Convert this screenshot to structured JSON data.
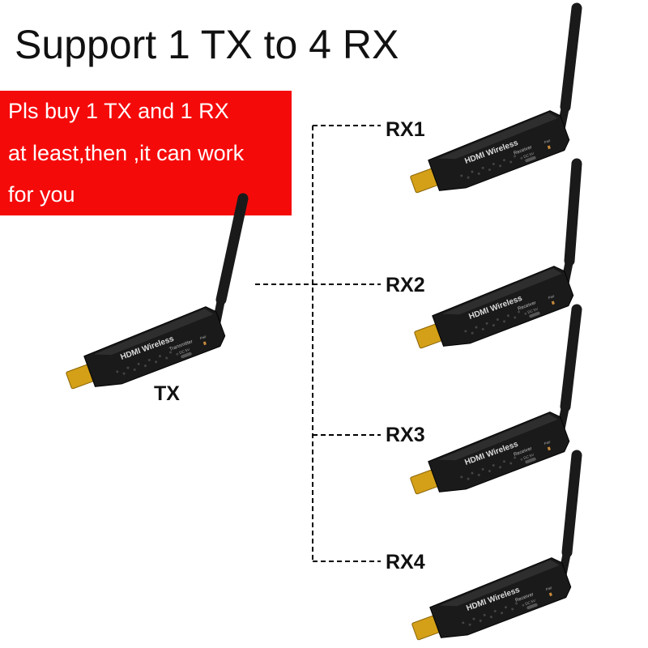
{
  "title": "Support 1 TX to 4 RX",
  "note": {
    "lines": [
      "Pls buy 1 TX and 1 RX",
      "at least,then ,it can work",
      "for you"
    ],
    "background": "#f50a0a",
    "text_color": "#ffffff"
  },
  "labels": {
    "tx": "TX",
    "rx1": "RX1",
    "rx2": "RX2",
    "rx3": "RX3",
    "rx4": "RX4"
  },
  "device_text": {
    "brand": "HDMI Wireless",
    "transmitter": "Transmitter",
    "receiver": "Receiver",
    "dc": "DC 5V",
    "pair": "Pair"
  },
  "colors": {
    "device": "#1a1a1a",
    "connector": "#d4a017",
    "line": "#000000"
  }
}
